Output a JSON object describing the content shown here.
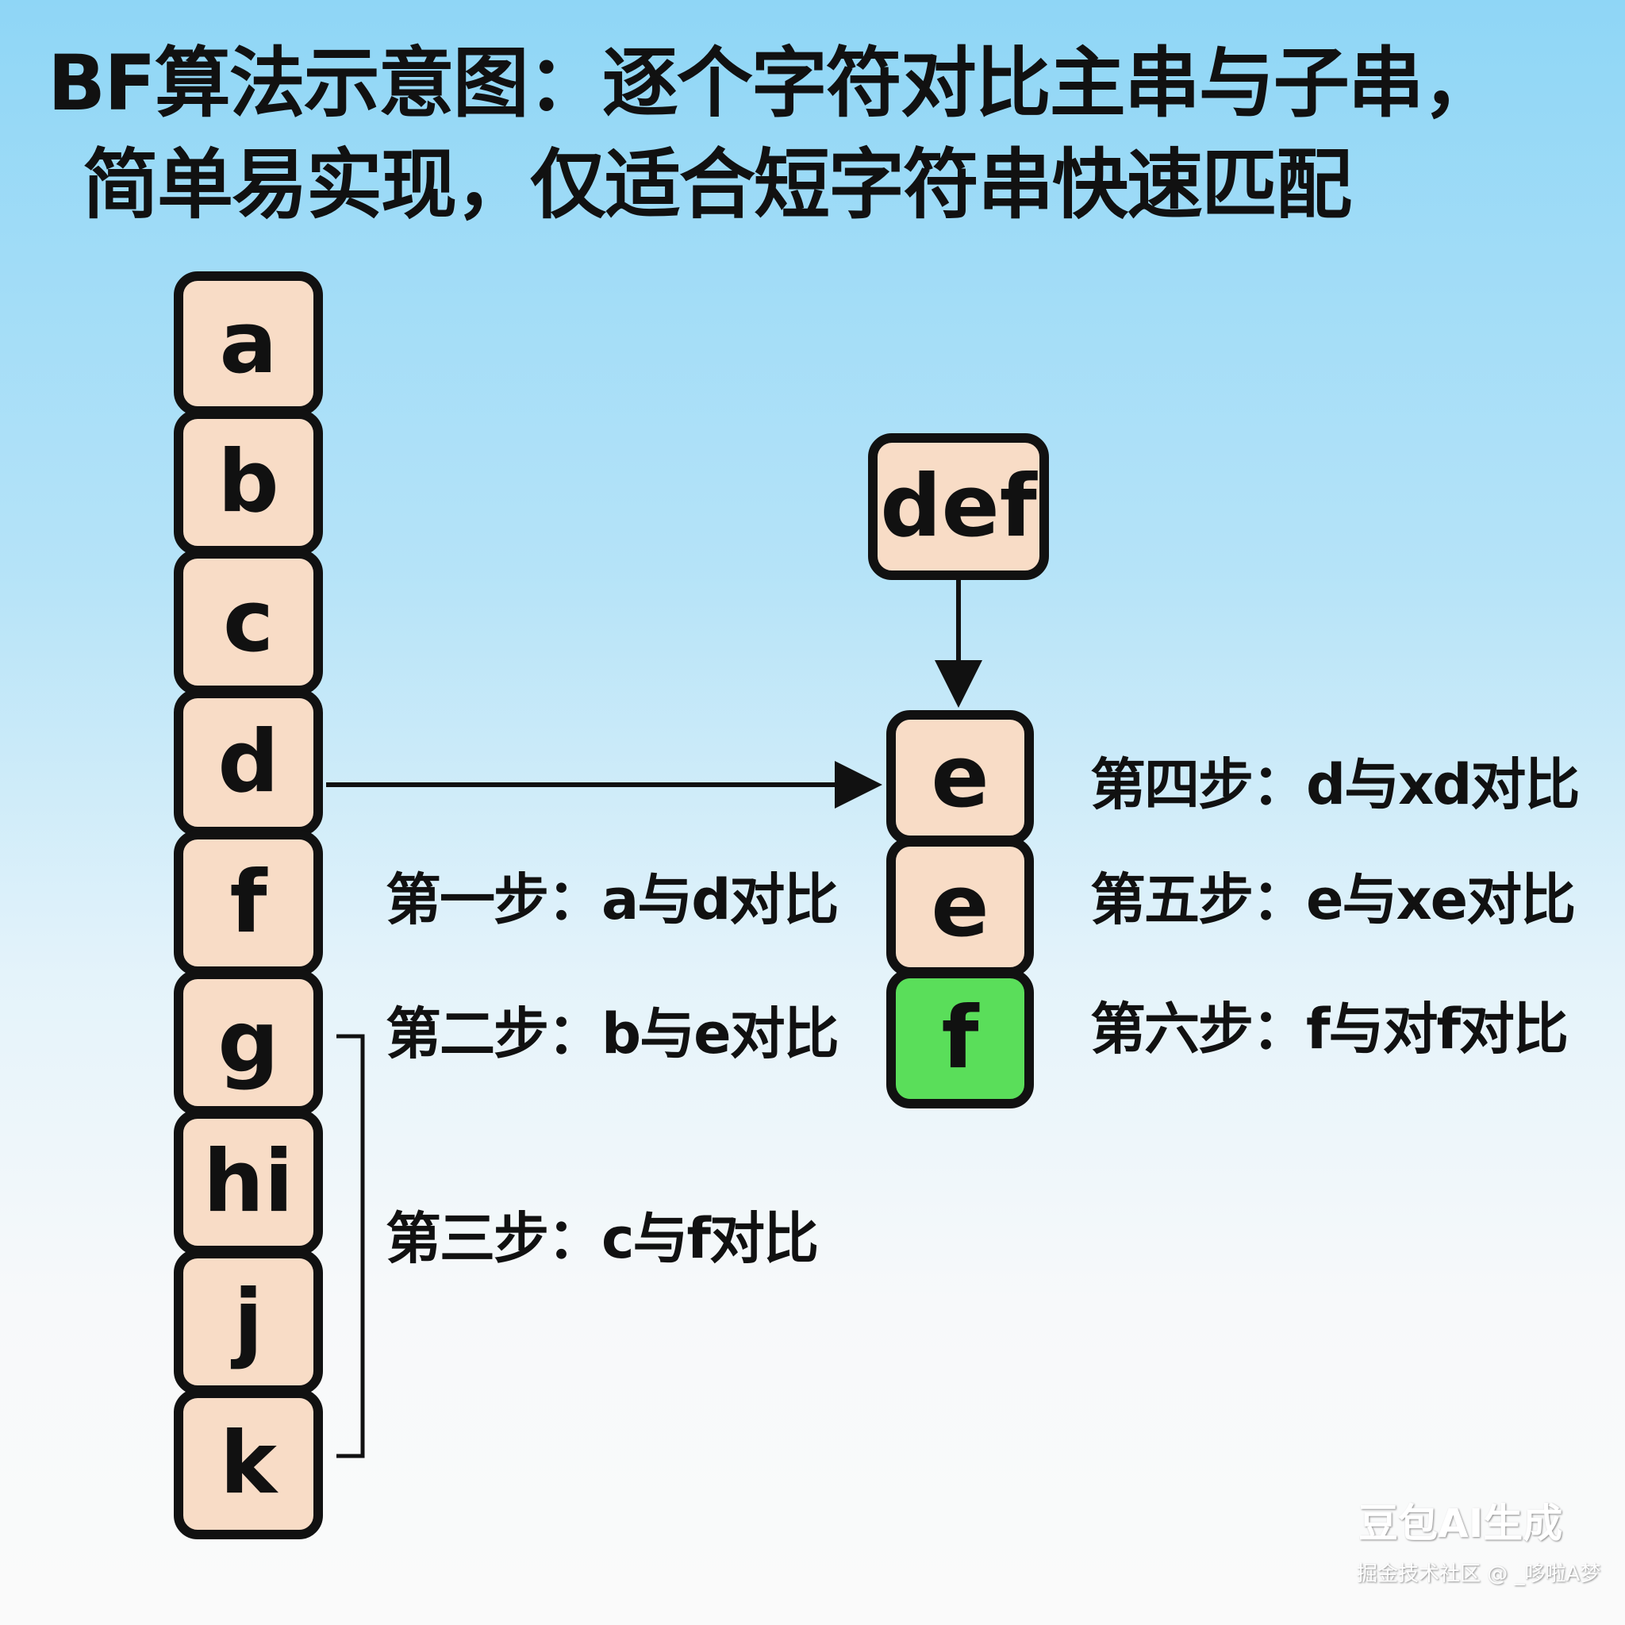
{
  "title": {
    "line1": "BF算法示意图：逐个字符对比主串与子串，",
    "line2": "简单易实现，仅适合短字符串快速匹配"
  },
  "main_string": [
    "a",
    "b",
    "c",
    "d",
    "f",
    "g",
    "hi",
    "j",
    "k"
  ],
  "pattern_label": "def",
  "pattern_column": [
    {
      "char": "e",
      "matched": false
    },
    {
      "char": "e",
      "matched": false
    },
    {
      "char": "f",
      "matched": true
    }
  ],
  "steps_left": [
    "第一步：a与d对比",
    "第二步：b与e对比",
    "第三步：c与f对比"
  ],
  "steps_right": [
    "第四步：d与xd对比",
    "第五步：e与xe对比",
    "第六步：f与对f对比"
  ],
  "colors": {
    "box": "#f8dcc6",
    "match": "#5ade5a",
    "border": "#111111"
  },
  "watermark": {
    "brand": "豆包AI生成",
    "credit": "掘金技术社区 @ _哆啦A梦"
  }
}
